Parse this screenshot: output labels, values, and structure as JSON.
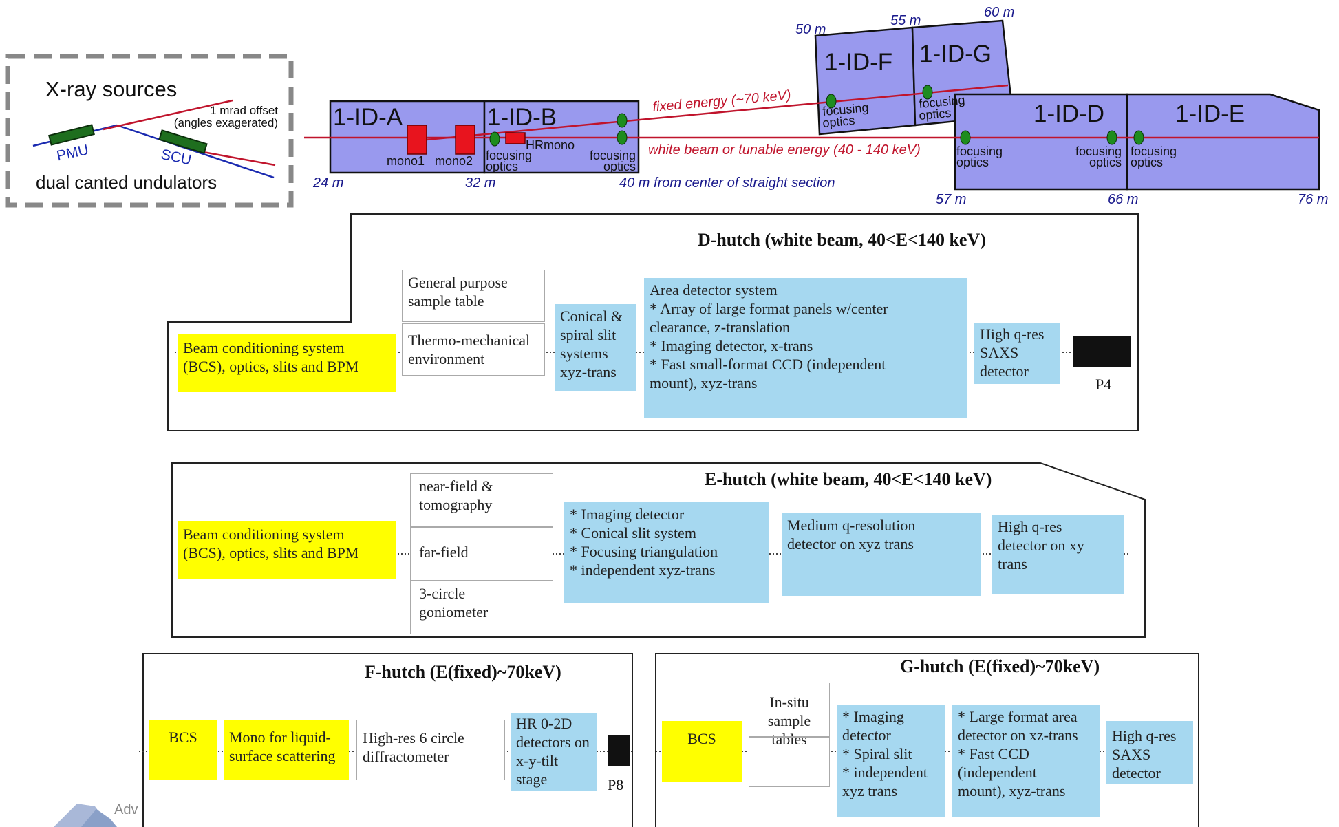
{
  "sources": {
    "title": "X-ray sources",
    "pmu": "PMU",
    "scu": "SCU",
    "offset_line1": "1 mrad offset",
    "offset_line2": "(angles exagerated)",
    "caption": "dual canted undulators"
  },
  "beamline": {
    "hutches": {
      "a": "1-ID-A",
      "b": "1-ID-B",
      "d": "1-ID-D",
      "e": "1-ID-E",
      "f": "1-ID-F",
      "g": "1-ID-G"
    },
    "components": {
      "mono1": "mono1",
      "mono2": "mono2",
      "hrmono": "HRmono"
    },
    "focusing_line1": "focusing",
    "focusing_line2": "optics",
    "fixed_energy": "fixed energy (~70 keV)",
    "white_beam": "white beam or tunable energy (40 - 140 keV)",
    "distances": {
      "d24": "24 m",
      "d32": "32 m",
      "d40": "40 m from center of straight section",
      "d50": "50 m",
      "d55": "55 m",
      "d60": "60 m",
      "d57": "57 m",
      "d66": "66 m",
      "d76": "76 m"
    }
  },
  "d_hutch": {
    "title": "D-hutch (white beam, 40<E<140 keV)",
    "bcs": "Beam conditioning system\n(BCS), optics, slits and BPM",
    "sample_table": "General purpose\nsample table",
    "thermo": "Thermo-mechanical\nenvironment",
    "conical": "Conical &\nspiral slit\nsystems\n xyz-trans",
    "area_detector": "Area detector system\n* Array of large format panels w/center\nclearance,  z-translation\n* Imaging detector, x-trans\n* Fast small-format CCD (independent\nmount), xyz-trans",
    "saxs": "High q-res\nSAXS\ndetector",
    "p_label": "P4"
  },
  "e_hutch": {
    "title": "E-hutch (white beam, 40<E<140 keV)",
    "bcs": "Beam conditioning system\n(BCS), optics, slits and BPM",
    "near_field": "near-field &\ntomography",
    "far_field": "far-field",
    "goniometer": "3-circle\ngoniometer",
    "imaging": "* Imaging detector\n* Conical slit system\n* Focusing triangulation\n* independent xyz-trans",
    "medium_q": "Medium q-resolution\ndetector on xyz trans",
    "high_q": "High q-res\ndetector on xy\ntrans"
  },
  "f_hutch": {
    "title": "F-hutch (E(fixed)~70keV)",
    "bcs": "BCS",
    "mono": "Mono for liquid-\nsurface scattering",
    "diffractometer": "High-res 6 circle\ndiffractometer",
    "hr_detectors": "HR 0-2D\ndetectors on\nx-y-tilt\nstage",
    "p_label": "P8"
  },
  "g_hutch": {
    "title": "G-hutch (E(fixed)~70keV)",
    "bcs": "BCS",
    "insitu": "In-situ\nsample\ntables",
    "imaging": "* Imaging\ndetector\n* Spiral slit\n* independent\nxyz trans",
    "area": "* Large format area\ndetector on xz-trans\n* Fast CCD\n(independent\nmount), xyz-trans",
    "saxs": "High q-res\nSAXS\ndetector"
  },
  "footer": {
    "text": "Adv"
  },
  "colors": {
    "hutch_fill": "#9999ee",
    "beam_red": "#c0142c",
    "distance_blue": "#1a1a8c",
    "yellow_box": "#ffff00",
    "blue_box": "#a6d8f0",
    "optics_green": "#1e8c1e",
    "mono_red": "#e8141e"
  }
}
